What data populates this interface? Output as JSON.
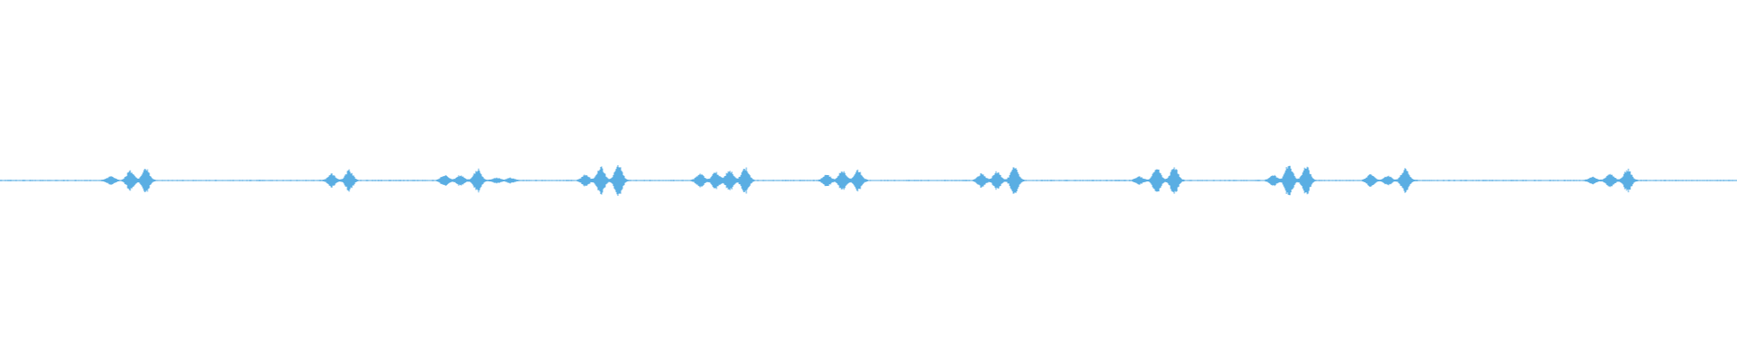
{
  "waveform": {
    "color": "#5aaee3",
    "background": "#ffffff",
    "baseline_amplitude": 0.012,
    "duration": 1.0,
    "bursts": [
      {
        "t": 0.064,
        "amp": 0.08
      },
      {
        "t": 0.075,
        "amp": 0.2
      },
      {
        "t": 0.084,
        "amp": 0.24
      },
      {
        "t": 0.191,
        "amp": 0.14
      },
      {
        "t": 0.201,
        "amp": 0.22
      },
      {
        "t": 0.256,
        "amp": 0.11
      },
      {
        "t": 0.265,
        "amp": 0.11
      },
      {
        "t": 0.275,
        "amp": 0.24
      },
      {
        "t": 0.286,
        "amp": 0.05
      },
      {
        "t": 0.294,
        "amp": 0.05
      },
      {
        "t": 0.337,
        "amp": 0.12
      },
      {
        "t": 0.346,
        "amp": 0.3
      },
      {
        "t": 0.356,
        "amp": 0.34
      },
      {
        "t": 0.403,
        "amp": 0.14
      },
      {
        "t": 0.412,
        "amp": 0.17
      },
      {
        "t": 0.42,
        "amp": 0.22
      },
      {
        "t": 0.429,
        "amp": 0.27
      },
      {
        "t": 0.476,
        "amp": 0.12
      },
      {
        "t": 0.485,
        "amp": 0.21
      },
      {
        "t": 0.494,
        "amp": 0.22
      },
      {
        "t": 0.565,
        "amp": 0.14
      },
      {
        "t": 0.574,
        "amp": 0.18
      },
      {
        "t": 0.584,
        "amp": 0.28
      },
      {
        "t": 0.656,
        "amp": 0.08
      },
      {
        "t": 0.666,
        "amp": 0.27
      },
      {
        "t": 0.676,
        "amp": 0.28
      },
      {
        "t": 0.733,
        "amp": 0.11
      },
      {
        "t": 0.742,
        "amp": 0.34
      },
      {
        "t": 0.752,
        "amp": 0.3
      },
      {
        "t": 0.789,
        "amp": 0.13
      },
      {
        "t": 0.799,
        "amp": 0.1
      },
      {
        "t": 0.809,
        "amp": 0.26
      },
      {
        "t": 0.917,
        "amp": 0.07
      },
      {
        "t": 0.927,
        "amp": 0.14
      },
      {
        "t": 0.937,
        "amp": 0.24
      }
    ]
  }
}
